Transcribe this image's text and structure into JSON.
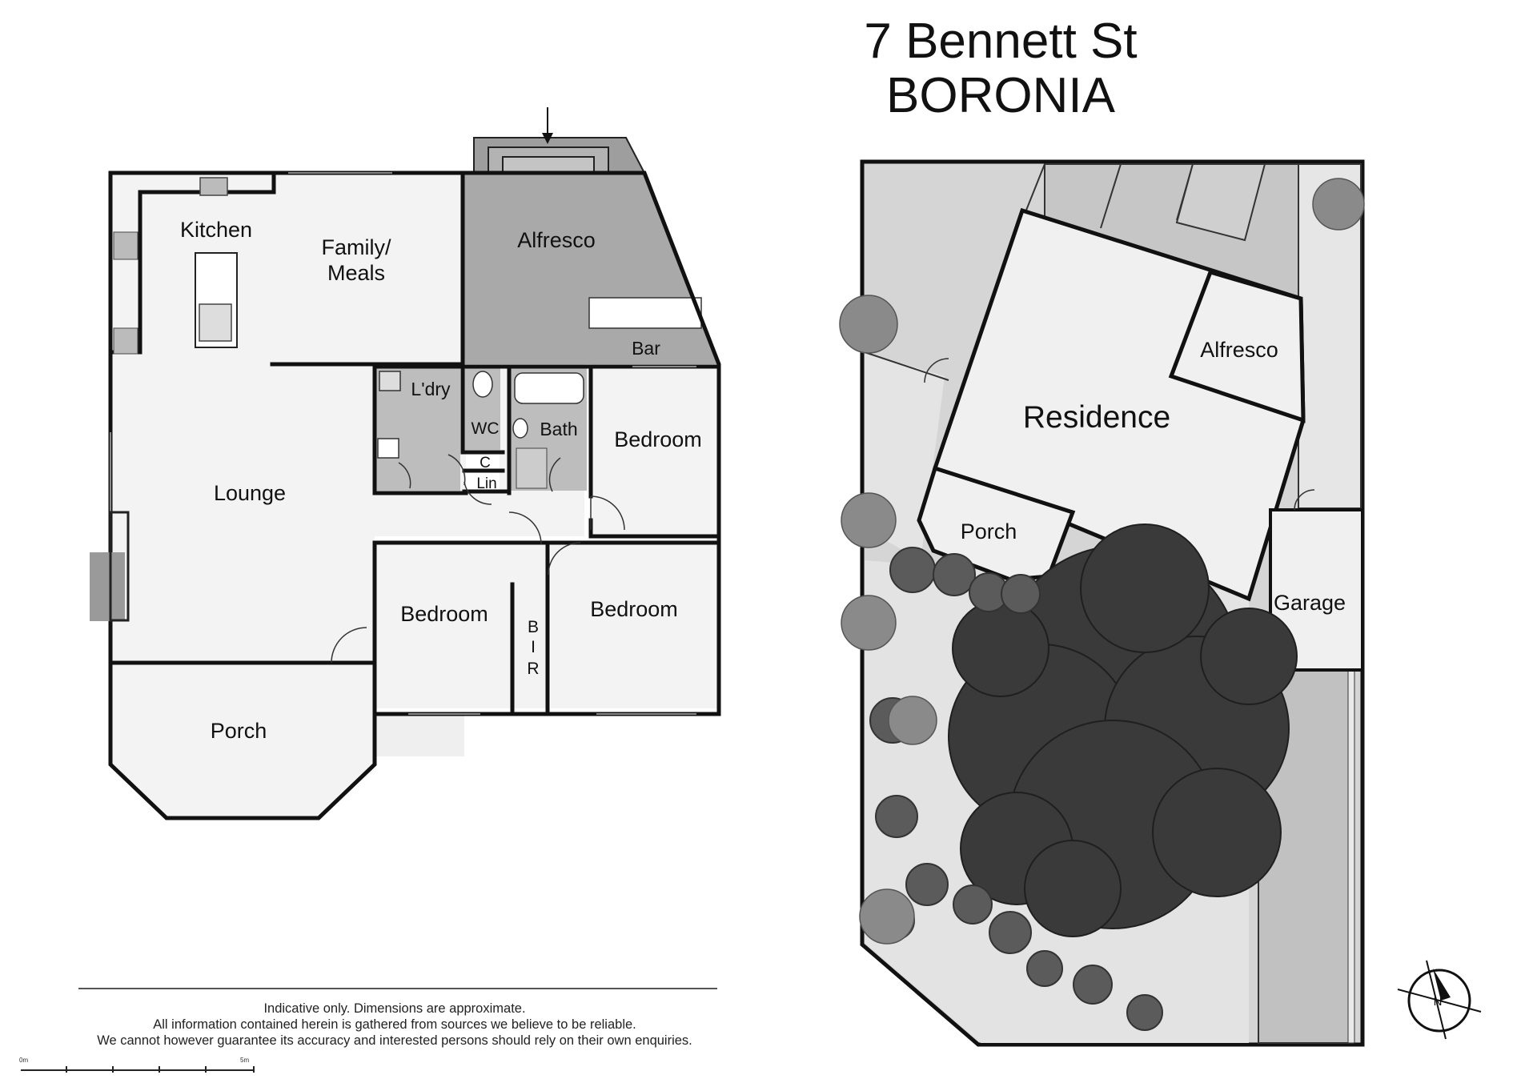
{
  "header": {
    "line1": "7 Bennett St",
    "line2": "BORONIA"
  },
  "floorplan": {
    "rooms": {
      "kitchen": "Kitchen",
      "family_meals_1": "Family/",
      "family_meals_2": "Meals",
      "alfresco": "Alfresco",
      "bar": "Bar",
      "laundry": "L'dry",
      "wc": "WC",
      "bath": "Bath",
      "cupboard": "C",
      "linen": "Lin",
      "lounge": "Lounge",
      "bedroom_east": "Bedroom",
      "bedroom_middle": "Bedroom",
      "bedroom_south": "Bedroom",
      "bir_1": "B",
      "bir_2": "I",
      "bir_3": "R",
      "porch": "Porch"
    }
  },
  "siteplan": {
    "labels": {
      "residence": "Residence",
      "alfresco": "Alfresco",
      "porch": "Porch",
      "garage": "Garage"
    },
    "north_icon": "north-arrow-compass"
  },
  "disclaimer": {
    "line1": "Indicative only. Dimensions are approximate.",
    "line2": "All information contained herein is gathered from sources we believe to be reliable.",
    "line3": "We cannot however guarantee its accuracy and interested persons should rely on their own enquiries."
  },
  "scale": {
    "start": "0m",
    "end": "5m"
  },
  "colors": {
    "wall": "#111111",
    "room_fill": "#f3f3f3",
    "alfresco_fill": "#a9a9a9",
    "wet_area_fill": "#bdbdbd",
    "site_fill": "#d5d5d5",
    "tree_dark": "#3a3a3a"
  }
}
